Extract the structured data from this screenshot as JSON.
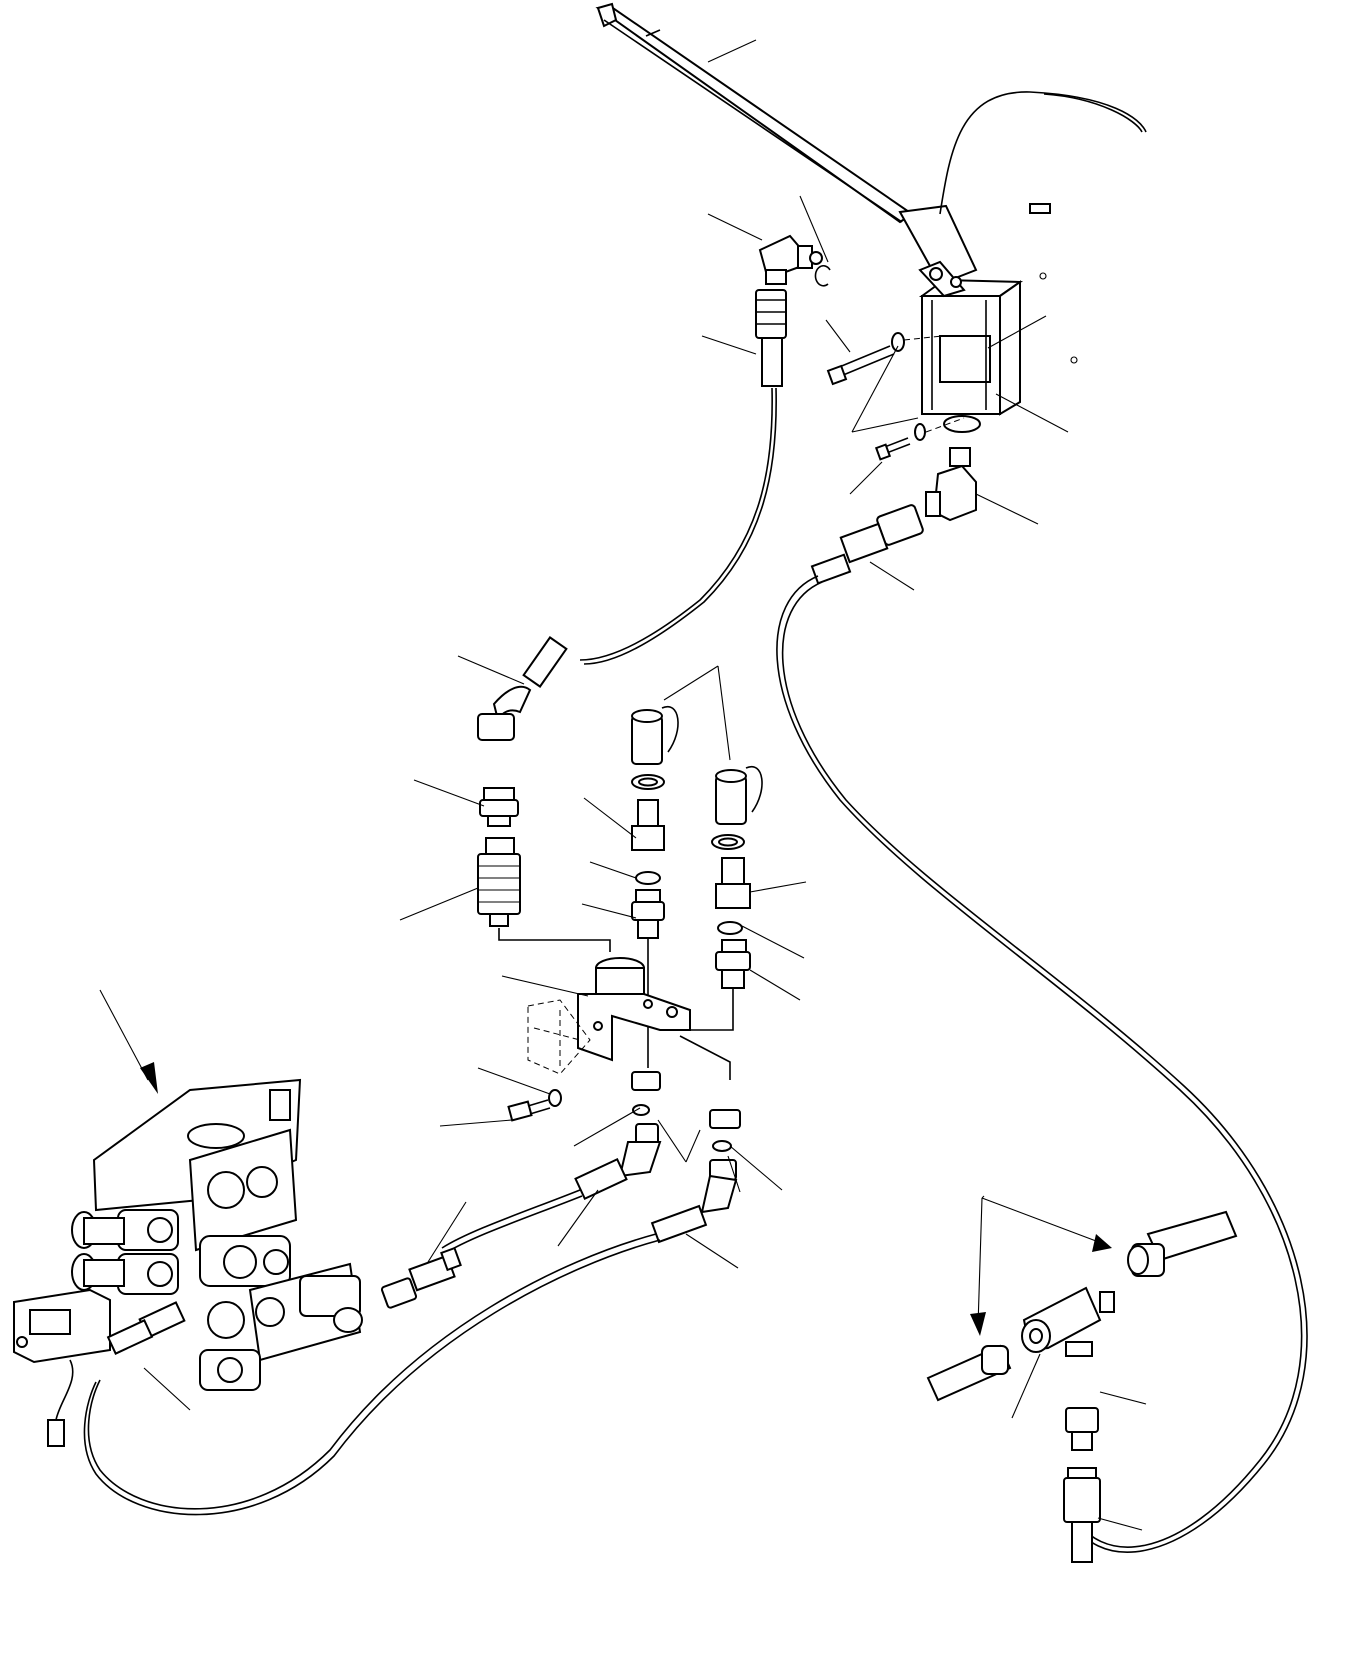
{
  "drawing": {
    "kind": "exploded parts diagram (no printed text)",
    "stroke_color": "#000000",
    "background_color": "#ffffff"
  },
  "parts": [
    {
      "name": "hand-pump-lever"
    },
    {
      "name": "hand-pump-body"
    },
    {
      "name": "elbow-fitting-top"
    },
    {
      "name": "retaining-ring"
    },
    {
      "name": "pump-mount-bolt"
    },
    {
      "name": "pump-mount-washer"
    },
    {
      "name": "elbow-fitting-pump-outlet"
    },
    {
      "name": "hose-pump-outlet"
    },
    {
      "name": "hose-pump-inlet"
    },
    {
      "name": "quick-coupler-left"
    },
    {
      "name": "quick-coupler-nipple"
    },
    {
      "name": "test-coupler-center"
    },
    {
      "name": "test-coupler-right"
    },
    {
      "name": "dust-cap"
    },
    {
      "name": "o-ring"
    },
    {
      "name": "mounting-bracket"
    },
    {
      "name": "bracket-bolt"
    },
    {
      "name": "hose-elbow-lower-left"
    },
    {
      "name": "hose-elbow-lower-right"
    },
    {
      "name": "control-valve-assembly"
    },
    {
      "name": "tee-fitting-detail"
    },
    {
      "name": "hose-tee-branch"
    }
  ]
}
